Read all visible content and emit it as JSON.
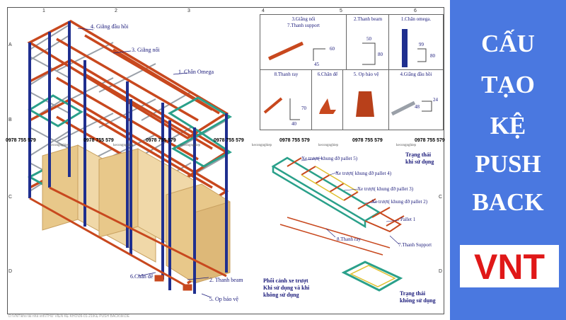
{
  "grid_numbers": [
    "1",
    "2",
    "3",
    "4",
    "5",
    "6"
  ],
  "grid_letters": [
    "A",
    "B",
    "C",
    "D"
  ],
  "rack_labels": {
    "giang_dau_hoi": "4. Giằng đầu hồi",
    "giang_noi": "3. Giằng nối",
    "chan_omega": "1. Chân Omega",
    "chan_de": "6.Chân đế",
    "thanh_beam": "2. Thanh beam",
    "op_bao_ve": "5. Op bảo vệ"
  },
  "parts": [
    {
      "title": "3.Giằng nối\n7.Thanh support",
      "dims": [
        "60",
        "45"
      ]
    },
    {
      "title": "2.Thanh beam",
      "dims": [
        "50",
        "80"
      ]
    },
    {
      "title": "1.Chân omega.",
      "dims": [
        "99",
        "80"
      ]
    },
    {
      "title": "8.Thanh ray",
      "dims": [
        "70",
        "40"
      ]
    },
    {
      "title": "6.Chân đế",
      "dims": []
    },
    {
      "title": "5. Op bảo vệ",
      "dims": []
    },
    {
      "title": "4.Giằng đầu hồi",
      "dims": [
        "24",
        "48"
      ]
    }
  ],
  "phone": "0978 755 579",
  "logo_sub": "kecongnghiep",
  "cart_labels": {
    "cart5": "Xe trượt( khung đỡ pallet 5)",
    "cart4": "Xe trượt( khung đỡ pallet 4)",
    "cart3": "Xe trượt( khung đỡ pallet 3)",
    "cart2": "Xe trượt( khung đỡ pallet 2)",
    "pallet1": "Pallet 1",
    "thanh_support": "7.Thanh Support",
    "thanh_ray": "8.Thanh ray"
  },
  "captions": {
    "in_use": "Trạng thái\nkhi sử dụng",
    "perspective": "Phối cảnh xe trượt\nKhi sử dụng và khi\nkhông sử dụng",
    "not_in_use": "Trạng thái\nkhông sử dụng"
  },
  "footer": "D:\\VNT\\kho tài nhà vnt\\\\THƯ VIỆN KỆ KHO\\09-01-21\\KỆ PUSH BACK\\M.DE",
  "title_lines": [
    "CẤU",
    "TẠO",
    "KỆ",
    "PUSH",
    "BACK"
  ],
  "brand": "VNT",
  "colors": {
    "panel": "#4a78e0",
    "upright": "#1f2f8f",
    "beam": "#c8481e",
    "brace": "#9aa0a8",
    "cart": "#2aa08a",
    "pallet": "#e8c88a",
    "brand_red": "#e01818"
  }
}
